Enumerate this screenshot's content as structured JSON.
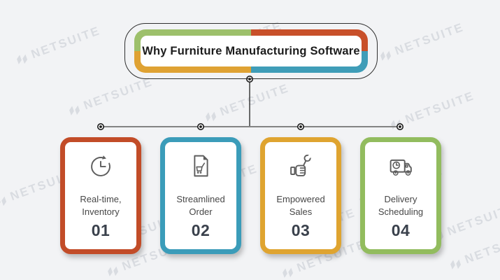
{
  "watermark": {
    "text": "NETSUITE"
  },
  "colors": {
    "background": "#f2f3f5",
    "watermark": "#d9dce1",
    "line": "#838383",
    "stem_line": "#2f2f2f",
    "node": "#1a1a1a",
    "icon_stroke": "#5d5d5d",
    "label_text": "#474747",
    "number_text": "#3a414c",
    "title_text": "#1c1c1c"
  },
  "header": {
    "title": "Why Furniture Manufacturing Software",
    "segments": {
      "top_left": "#9dc06b",
      "top_right": "#c8502a",
      "bottom_left": "#dfa233",
      "bottom_right": "#3f9db8"
    }
  },
  "cards": [
    {
      "line1": "Real-time,",
      "line2": "Inventory",
      "number": "01",
      "accent": "#c24c28",
      "icon": "realtime-clock-icon"
    },
    {
      "line1": "Streamlined",
      "line2": "Order",
      "number": "02",
      "accent": "#3b9cb9",
      "icon": "order-document-cart-icon"
    },
    {
      "line1": "Empowered",
      "line2": "Sales",
      "number": "03",
      "accent": "#dfa430",
      "icon": "hand-holding-wrench-icon"
    },
    {
      "line1": "Delivery",
      "line2": "Scheduling",
      "number": "04",
      "accent": "#92bc5e",
      "icon": "delivery-truck-clock-icon"
    }
  ]
}
